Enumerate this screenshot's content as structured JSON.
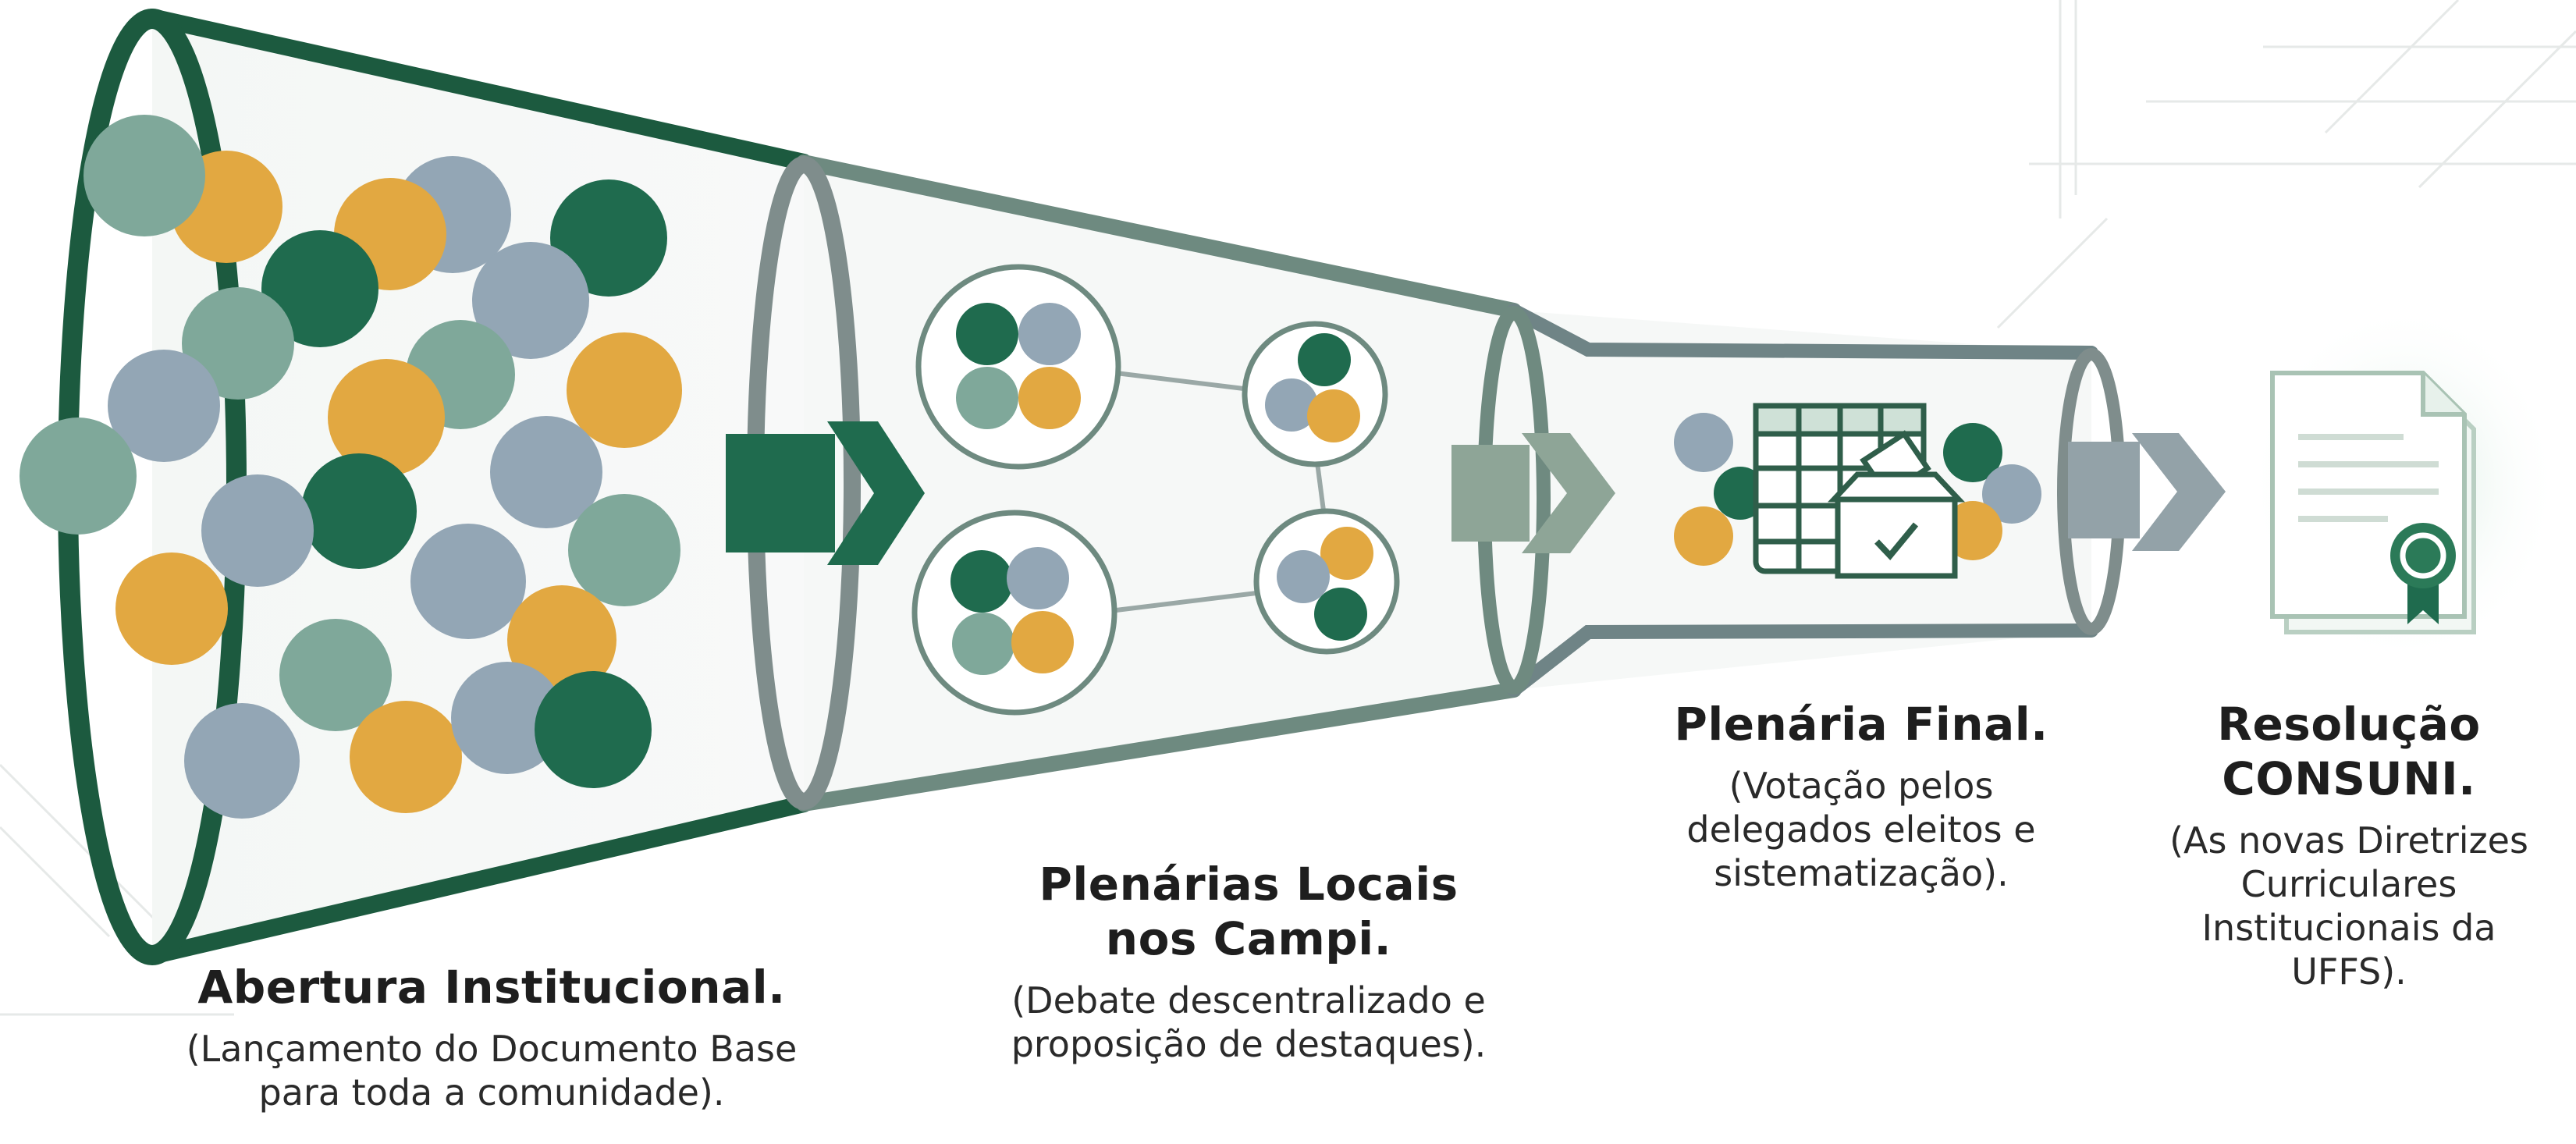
{
  "palette": {
    "dark_green": "#1f6b4e",
    "sage": "#7fa89a",
    "slate_blue": "#93a6b5",
    "mustard": "#e2a841",
    "funnel_green": "#1c5a3f",
    "funnel_gray": "#7d8b8c"
  },
  "stages": [
    {
      "title": "Abertura Institucional.",
      "description_lines": [
        "(Lançamento do Documento Base",
        "para toda a comunidade)."
      ]
    },
    {
      "title_lines": [
        "Plenárias Locais",
        "nos Campi."
      ],
      "description_lines": [
        "(Debate descentralizado e",
        "proposição de destaques)."
      ]
    },
    {
      "title": "Plenária Final.",
      "description_lines": [
        "(Votação pelos",
        "delegados eleitos e",
        "sistematização)."
      ]
    },
    {
      "title_lines": [
        "Resolução",
        "CONSUNI."
      ],
      "description_lines": [
        "(As novas Diretrizes",
        "Curriculares",
        "Institucionais da",
        "UFFS)."
      ]
    }
  ],
  "icons": [
    "chevron-arrow-icon",
    "voting-table-icon",
    "ballot-box-icon",
    "certificate-document-icon",
    "ribbon-seal-icon"
  ]
}
